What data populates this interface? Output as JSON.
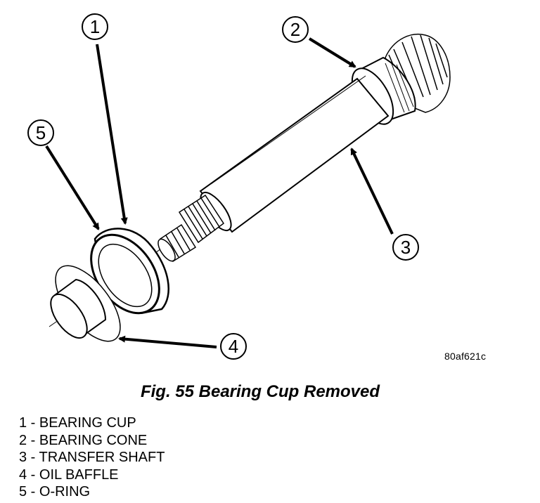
{
  "figure_code": "80af621c",
  "caption": "Fig. 55 Bearing Cup Removed",
  "callouts": [
    "1",
    "2",
    "3",
    "4",
    "5"
  ],
  "legend": [
    {
      "num": "1",
      "text": " - BEARING CUP"
    },
    {
      "num": "2",
      "text": " - BEARING CONE"
    },
    {
      "num": "3",
      "text": " - TRANSFER SHAFT"
    },
    {
      "num": "4",
      "text": " - OIL BAFFLE"
    },
    {
      "num": "5",
      "text": " - O-RING"
    }
  ]
}
